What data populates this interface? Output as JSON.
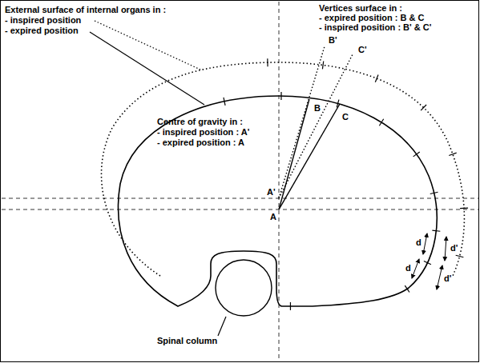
{
  "diagram": {
    "labels": [
      "External surface of internal organs in :",
      "- inspired position",
      "- expired position",
      "Vertices surface in :",
      "- expired position : B & C",
      "- inspired position : B' & C'",
      "Centre of gravity in :",
      "- inspired position : A'",
      "- expired position : A",
      "B'",
      "C'",
      "B",
      "C",
      "A'",
      "A",
      "d",
      "d",
      "d'",
      "d'",
      "Spinal column"
    ]
  }
}
